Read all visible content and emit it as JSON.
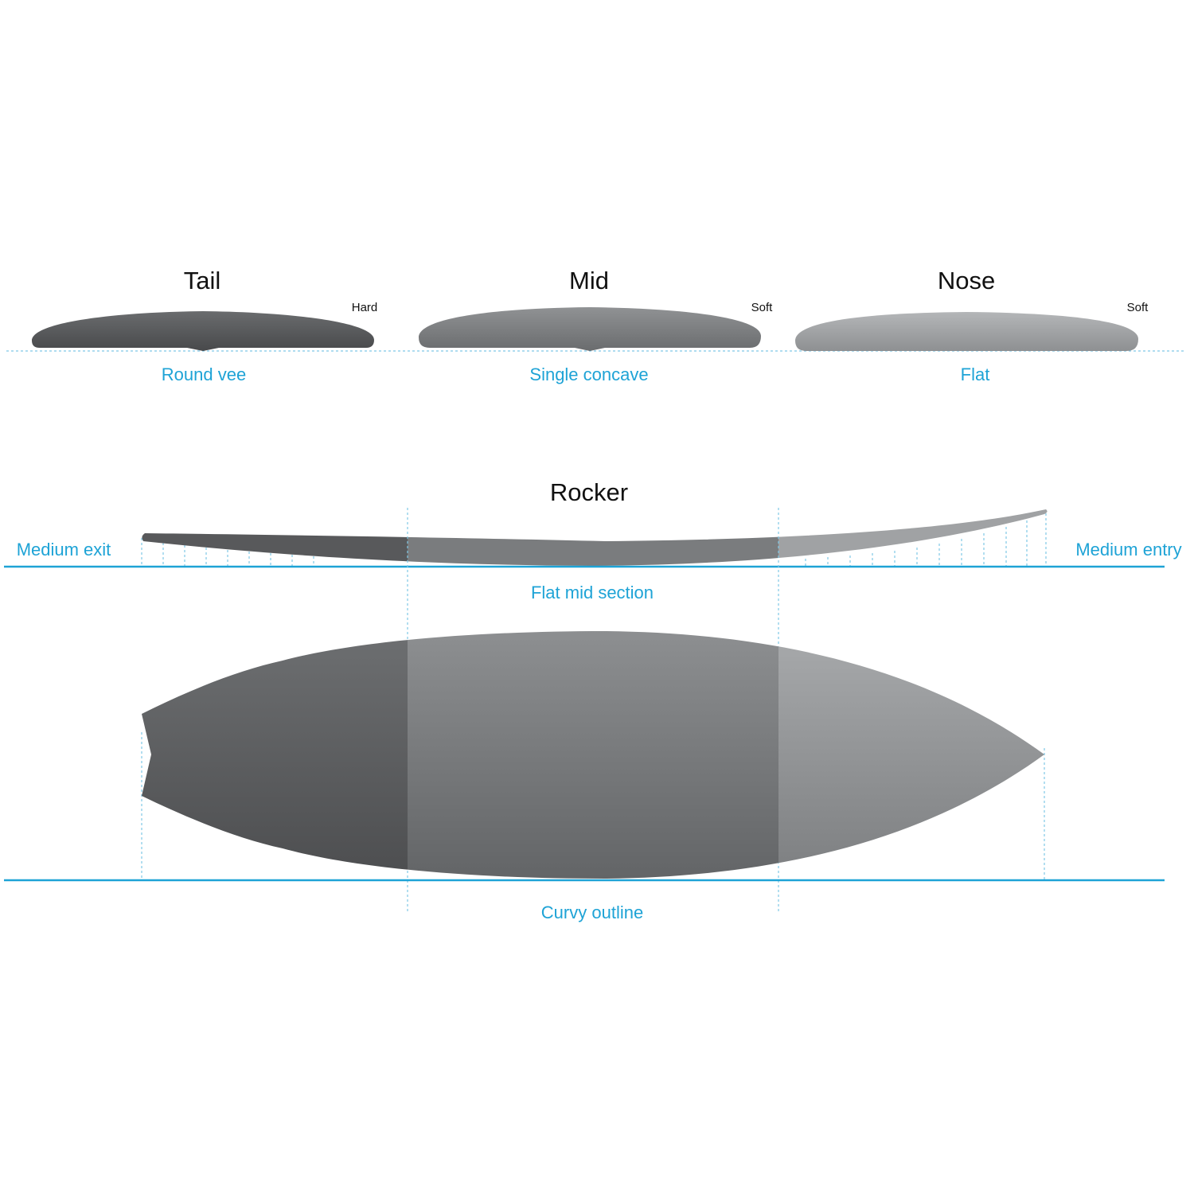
{
  "cross_sections": [
    {
      "title": "Tail",
      "rail": "Hard",
      "bottom": "Round vee"
    },
    {
      "title": "Mid",
      "rail": "Soft",
      "bottom": "Single concave"
    },
    {
      "title": "Nose",
      "rail": "Soft",
      "bottom": "Flat"
    }
  ],
  "rocker": {
    "title": "Rocker",
    "exit": "Medium exit",
    "entry": "Medium entry",
    "mid": "Flat mid section"
  },
  "outline": {
    "label": "Curvy outline"
  },
  "colors": {
    "accent": "#1ea3d6",
    "tail": "#55585a",
    "mid": "#7b7e80",
    "nose": "#a2a5a7"
  }
}
